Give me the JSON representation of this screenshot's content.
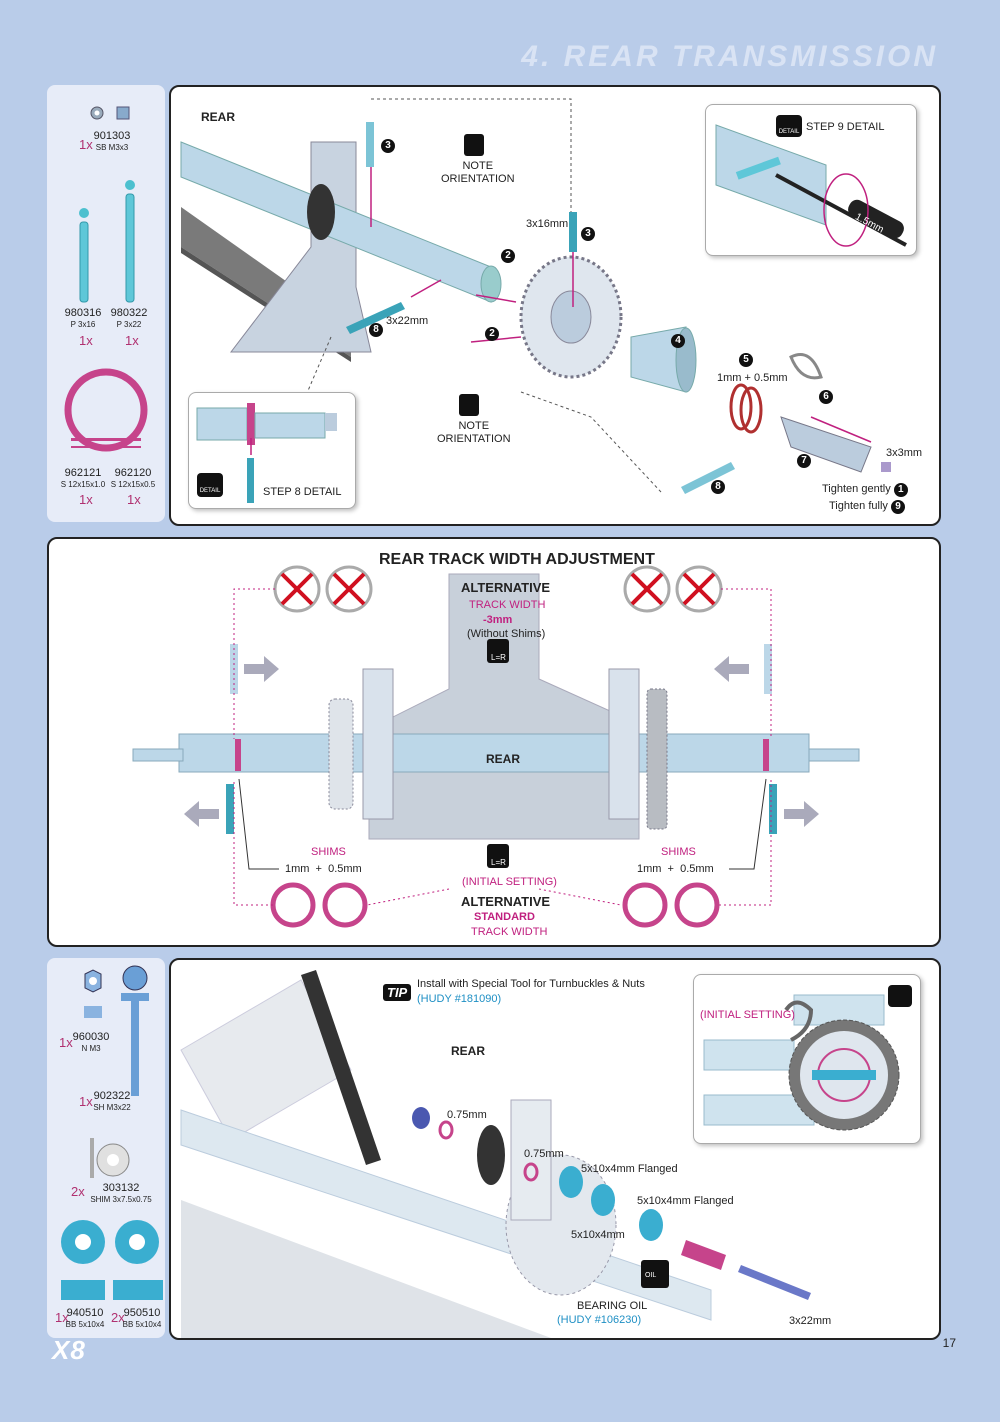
{
  "header": {
    "title": "4. REAR TRANSMISSION"
  },
  "footer": {
    "page_number": "17",
    "brand": "X8"
  },
  "section1": {
    "parts": [
      {
        "qty": "1x",
        "number": "901303",
        "desc": "SB M3x3"
      },
      {
        "number": "980316",
        "desc": "P 3x16",
        "qty": "1x"
      },
      {
        "number": "980322",
        "desc": "P 3x22",
        "qty": "1x"
      },
      {
        "number": "962121",
        "desc": "S 12x15x1.0",
        "qty": "1x"
      },
      {
        "number": "962120",
        "desc": "S 12x15x0.5",
        "qty": "1x"
      }
    ],
    "rear_label": "REAR",
    "note1": {
      "line1": "NOTE",
      "line2": "ORIENTATION"
    },
    "note2": {
      "line1": "NOTE",
      "line2": "ORIENTATION"
    },
    "step9_detail": "STEP 9 DETAIL",
    "step8_detail": "STEP 8 DETAIL",
    "tool_size": "1.5mm",
    "pin_3x16": "3x16mm",
    "pin_3x22": "3x22mm",
    "shims": "1mm + 0.5mm",
    "screw_3x3": "3x3mm",
    "tighten_gently": "Tighten gently",
    "tighten_fully": "Tighten fully",
    "steps": {
      "s1": "1",
      "s2": "2",
      "s3": "3",
      "s4": "4",
      "s5": "5",
      "s6": "6",
      "s7": "7",
      "s8": "8",
      "s9": "9"
    },
    "detail_icon": "DETAIL"
  },
  "section2": {
    "title_rear": "REAR",
    "title_rest": "TRACK WIDTH ADJUSTMENT",
    "alt_top": "ALTERNATIVE",
    "track_width": "TRACK WIDTH",
    "minus3": "-3mm",
    "without_shims": "(Without Shims)",
    "lr": "L=R",
    "rear_label": "REAR",
    "shims_left": "SHIMS",
    "shims_right": "SHIMS",
    "shims_sizes_left": "1mm  +  0.5mm",
    "shims_sizes_right": "1mm  +  0.5mm",
    "initial_setting": "(INITIAL SETTING)",
    "alt_bottom": "ALTERNATIVE",
    "standard": "STANDARD",
    "track_width2": "TRACK WIDTH"
  },
  "section3": {
    "parts": [
      {
        "qty": "1x",
        "number": "960030",
        "desc": "N M3"
      },
      {
        "qty": "1x",
        "number": "902322",
        "desc": "SH M3x22"
      },
      {
        "qty": "2x",
        "number": "303132",
        "desc": "SHIM 3x7.5x0.75"
      },
      {
        "qty": "1x",
        "number": "940510",
        "desc": "BB 5x10x4"
      },
      {
        "qty": "2x",
        "number": "950510",
        "desc": "BB 5x10x4"
      }
    ],
    "tip_badge": "TIP",
    "tip_text": "Install with Special Tool for Turnbuckles & Nuts",
    "tip_hudy": "(HUDY #181090)",
    "rear_label": "REAR",
    "initial_setting": "(INITIAL SETTING)",
    "shim1": "0.75mm",
    "shim2": "0.75mm",
    "flanged1": "5x10x4mm Flanged",
    "flanged2": "5x10x4mm Flanged",
    "bearing": "5x10x4mm",
    "bearing_oil": "BEARING OIL",
    "bearing_oil_hudy": "(HUDY #106230)",
    "screw": "3x22mm",
    "oil_icon": "OIL",
    "hudy_icon": "HUDY"
  }
}
